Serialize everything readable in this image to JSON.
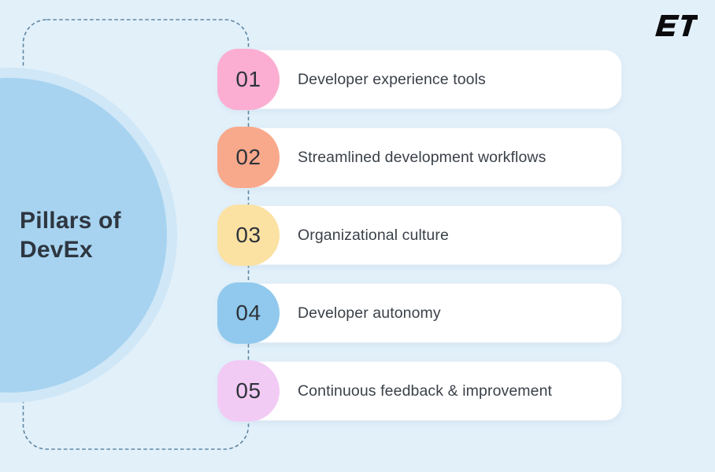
{
  "page": {
    "background_color": "#e2f0fa",
    "dash_color": "#5f87a3",
    "card_color": "#ffffff",
    "hub_circle_color": "#a7d3f0",
    "hub_ring_color": "#cfe7f7"
  },
  "logo": {
    "text": "ET",
    "color": "#0b0b0d"
  },
  "hub": {
    "title_line1": "Pillars of",
    "title_line2": "DevEx",
    "title_color": "#2e3640"
  },
  "pillars": [
    {
      "number": "01",
      "label": "Developer experience tools",
      "badge_color": "#fbaed2"
    },
    {
      "number": "02",
      "label": "Streamlined development workflows",
      "badge_color": "#f9a98b"
    },
    {
      "number": "03",
      "label": "Organizational culture",
      "badge_color": "#fbe2a3"
    },
    {
      "number": "04",
      "label": "Developer autonomy",
      "badge_color": "#90c9ed"
    },
    {
      "number": "05",
      "label": "Continuous feedback & improvement",
      "badge_color": "#f2cbf5"
    }
  ]
}
